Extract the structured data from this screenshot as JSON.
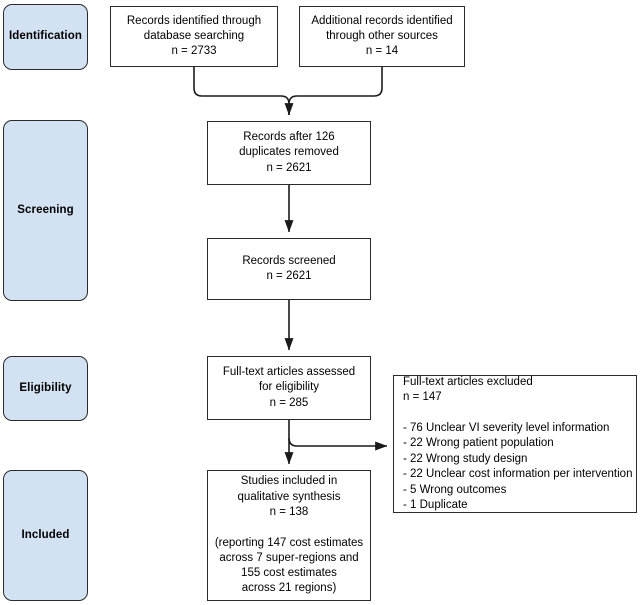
{
  "diagram": {
    "type": "prisma-flow-diagram",
    "title": "PRISMA Flow Diagram",
    "colors": {
      "stage_fill": "#d2e2f2",
      "stage_border": "#2b2b2b",
      "box_fill": "#ffffff",
      "box_border": "#2b2b2b",
      "connector": "#1a1a1a",
      "background": "#ffffff"
    }
  },
  "stages": [
    {
      "id": "identification",
      "label": "Identification"
    },
    {
      "id": "screening",
      "label": "Screening"
    },
    {
      "id": "eligibility",
      "label": "Eligibility"
    },
    {
      "id": "included",
      "label": "Included"
    }
  ],
  "boxes": {
    "database_records": {
      "text": "Records identified through\ndatabase searching\nn = 2733",
      "n": 2733
    },
    "other_records": {
      "text": "Additional records identified\nthrough other sources\nn = 14",
      "n": 14
    },
    "after_duplicates": {
      "text": "Records after 126\nduplicates removed\nn = 2621",
      "n": 2621,
      "duplicates_removed": 126
    },
    "records_screened": {
      "text": "Records screened\nn = 2621",
      "n": 2621
    },
    "fulltext_assessed": {
      "text": "Full-text articles assessed\nfor eligibility\nn = 285",
      "n": 285
    },
    "studies_included": {
      "text": "Studies included in\nqualitative synthesis\nn = 138\n\n(reporting 147 cost estimates\nacross 7 super-regions and\n155 cost estimates\nacross 21 regions)",
      "n": 138,
      "cost_estimates_super_regions": 147,
      "super_regions": 7,
      "cost_estimates_regions": 155,
      "regions": 21
    },
    "fulltext_excluded": {
      "text": "Full-text articles excluded\nn = 147\n\n- 76 Unclear VI severity level information\n- 22 Wrong patient population\n- 22 Wrong study design\n- 22 Unclear cost information per intervention\n- 5 Wrong outcomes\n- 1 Duplicate",
      "n": 147,
      "reasons": [
        {
          "count": 76,
          "reason": "Unclear VI severity level information"
        },
        {
          "count": 22,
          "reason": "Wrong patient population"
        },
        {
          "count": 22,
          "reason": "Wrong study design"
        },
        {
          "count": 22,
          "reason": "Unclear cost information per intervention"
        },
        {
          "count": 5,
          "reason": "Wrong outcomes"
        },
        {
          "count": 1,
          "reason": "Duplicate"
        }
      ]
    }
  }
}
